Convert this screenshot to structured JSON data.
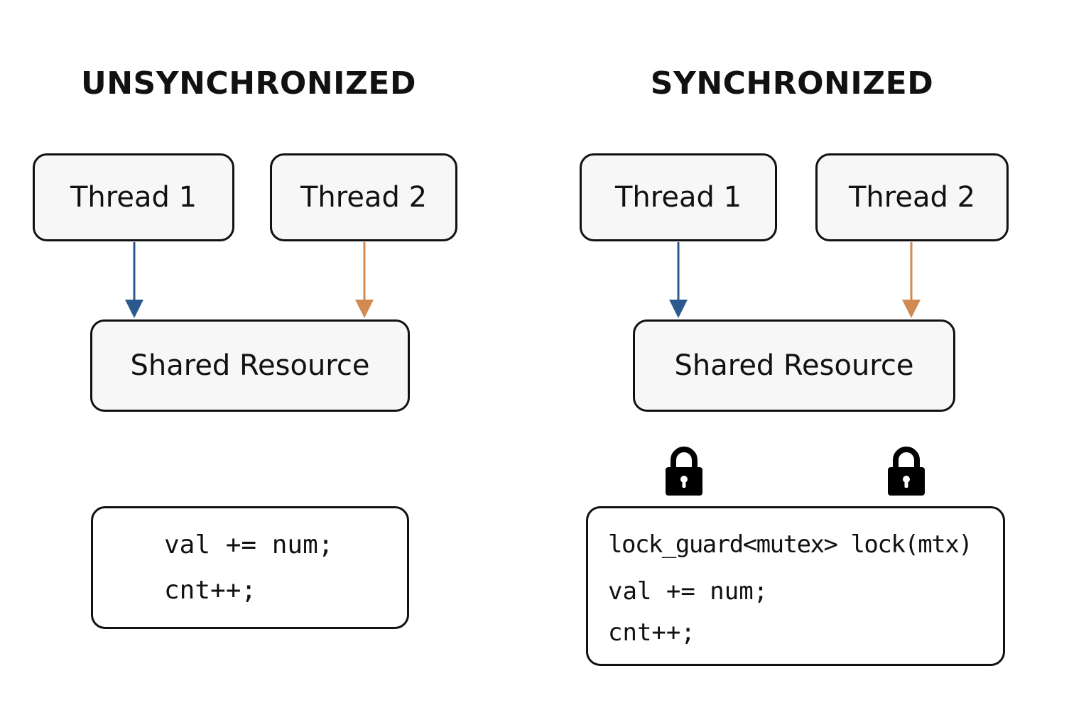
{
  "left_panel": {
    "title": "UNSYNCHRONIZED",
    "thread1_label": "Thread 1",
    "thread2_label": "Thread 2",
    "resource_label": "Shared Resource",
    "code_lines": [
      "val += num;",
      "cnt++;"
    ]
  },
  "right_panel": {
    "title": "SYNCHRONIZED",
    "thread1_label": "Thread 1",
    "thread2_label": "Thread 2",
    "resource_label": "Shared Resource",
    "lock_icons": [
      "lock-icon",
      "lock-icon"
    ],
    "code_lines": [
      "lock_guard<mutex> lock(mtx)",
      "val += num;",
      "cnt++;"
    ]
  },
  "colors": {
    "thread1_arrow": "#2b5a8f",
    "thread2_arrow": "#d08a52",
    "outline": "#111111",
    "node_fill": "#f7f7f7"
  }
}
